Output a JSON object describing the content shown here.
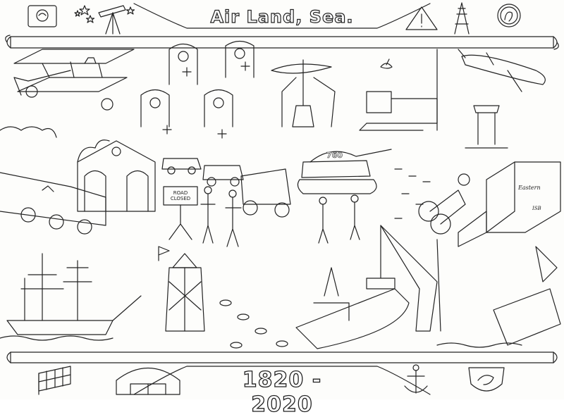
{
  "banner": {
    "title": "Air Land, Sea."
  },
  "footer": {
    "years": "1820 - 2020"
  },
  "scene": {
    "road_sign": "ROAD CLOSED",
    "tank_number": "760",
    "truck_text_1": "Eastern",
    "truck_text_2": "ISB"
  },
  "icons": {
    "top_left": [
      "scroll-seal-icon",
      "stars-icon",
      "telescope-icon"
    ],
    "top_right": [
      "warning-sign-icon",
      "tower-icon",
      "medal-coin-icon"
    ],
    "bottom": [
      "chequered-flag-icon",
      "hangar-icon",
      "anchor-icon",
      "shield-crest-icon"
    ]
  },
  "colors": {
    "ink": "#222222",
    "paper": "#fdfdfb"
  }
}
